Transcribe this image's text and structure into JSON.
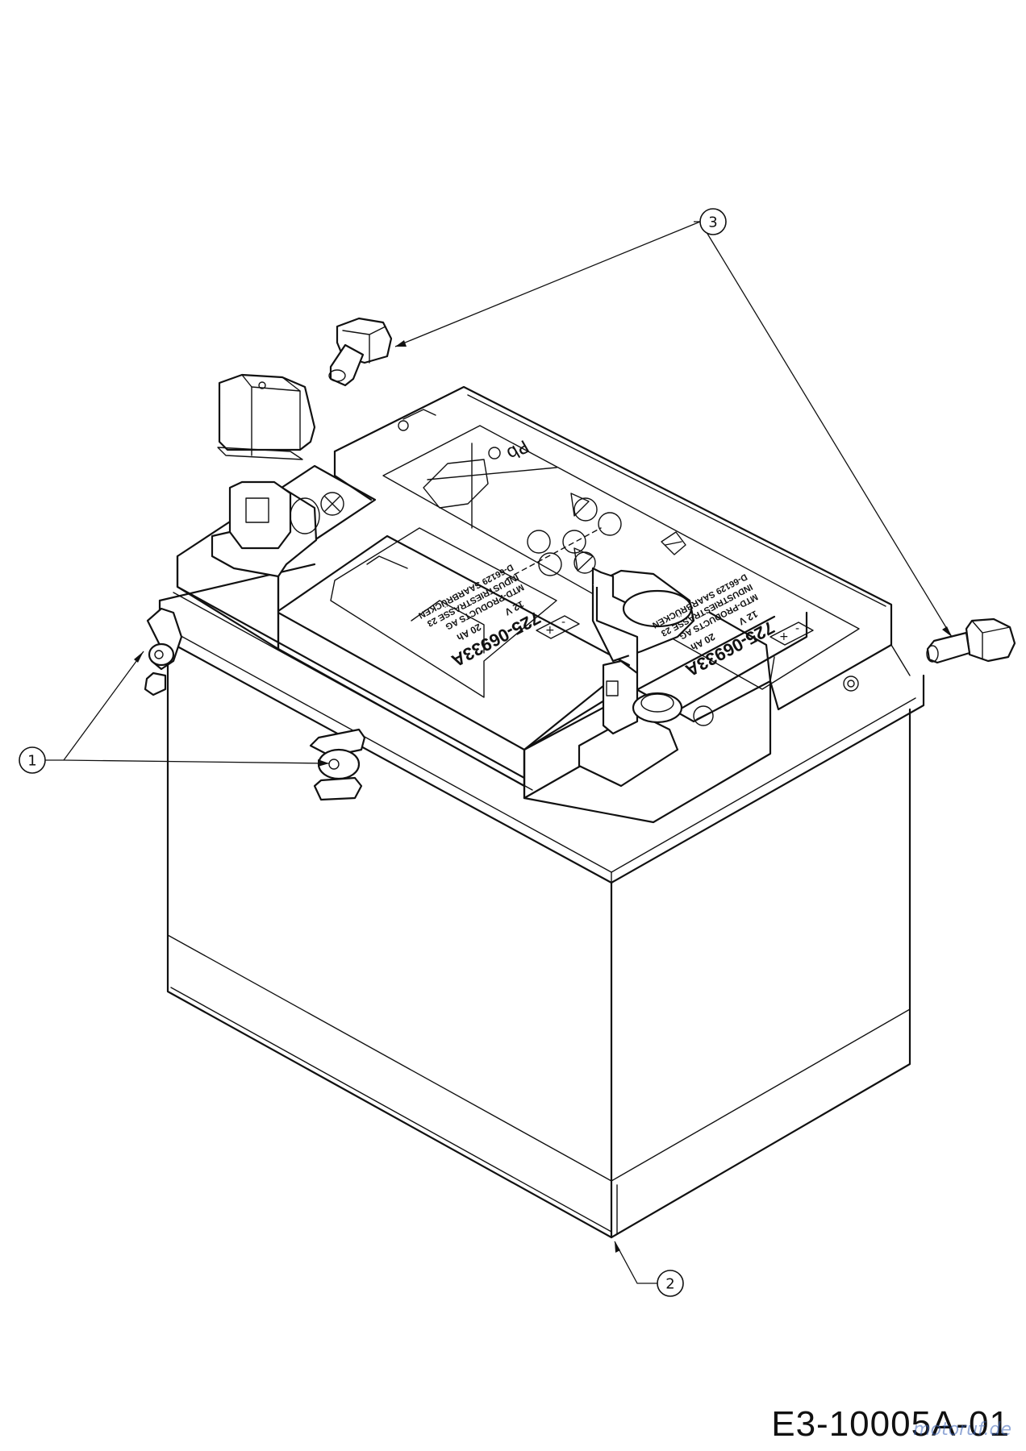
{
  "diagram": {
    "code": "E3-10005A-01",
    "watermark": "motoruf.de"
  },
  "callouts": [
    {
      "id": "1",
      "label": "1"
    },
    {
      "id": "2",
      "label": "2"
    },
    {
      "id": "3",
      "label": "3"
    }
  ],
  "battery_label": {
    "part_number": "725-06933A",
    "voltage": "12 V",
    "capacity": "20 Ah",
    "maker": "MTD-PRODUCTS AG",
    "street": "INDUSTRIESTRASSE 23",
    "city": "D-66129 SAARBRÜCKEN",
    "plus": "+",
    "minus": "-",
    "pb": "Pb"
  }
}
